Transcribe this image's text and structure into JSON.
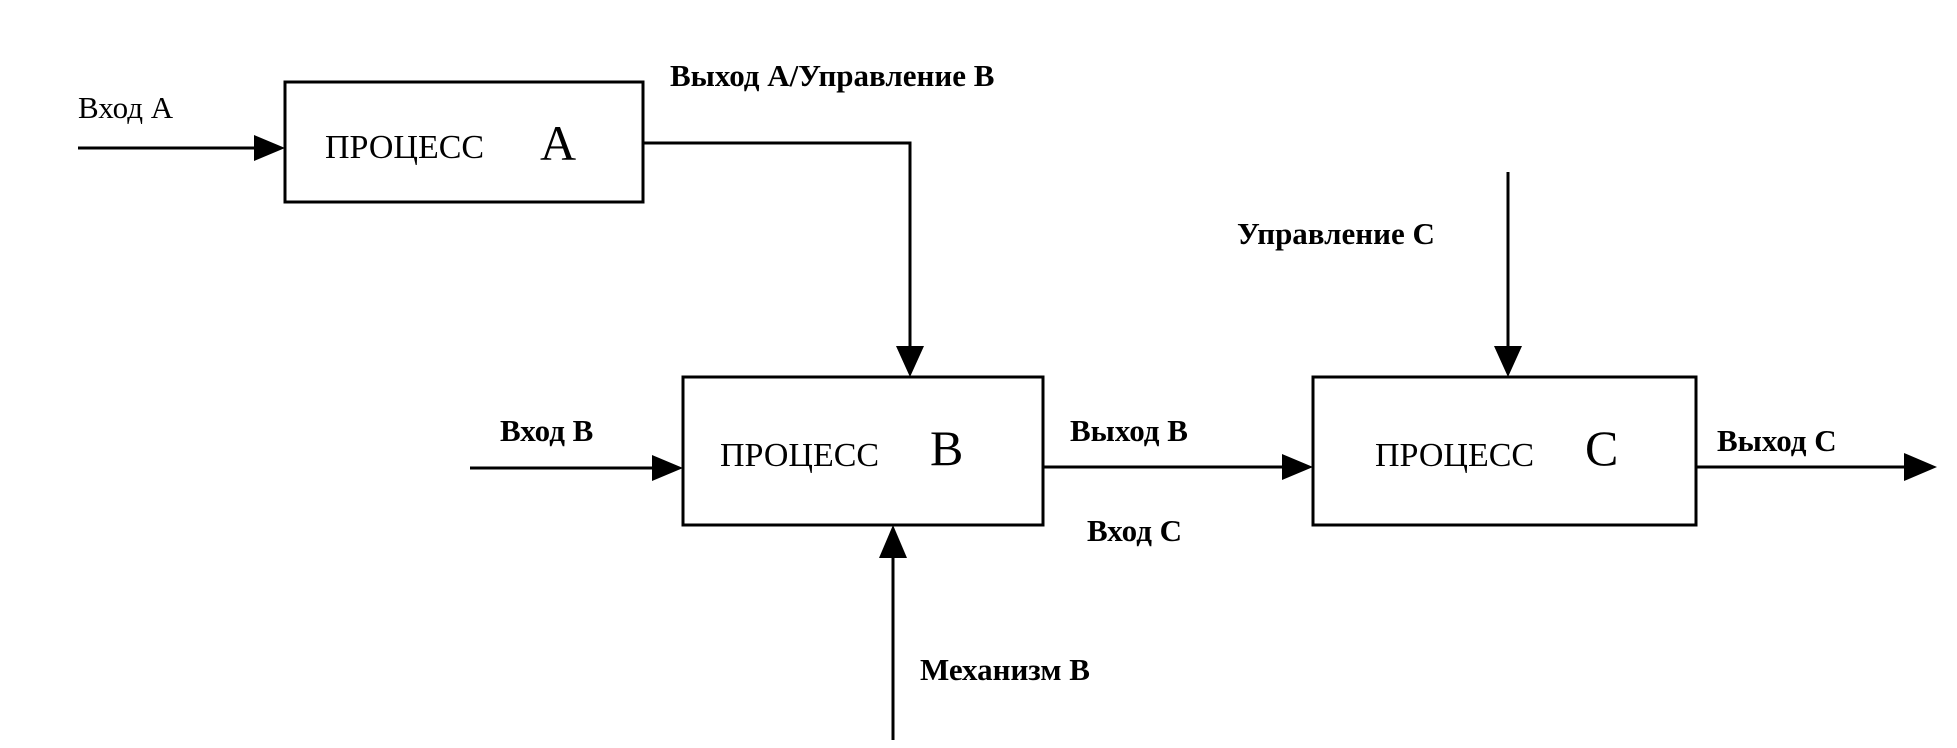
{
  "processes": {
    "a": {
      "word": "ПРОЦЕСС",
      "letter": "A"
    },
    "b": {
      "word": "ПРОЦЕСС",
      "letter": "B"
    },
    "c": {
      "word": "ПРОЦЕСС",
      "letter": "C"
    }
  },
  "labels": {
    "input_a": "Вход A",
    "output_a_control_b": "Выход A/Управление B",
    "input_b": "Вход B",
    "output_b": "Выход B",
    "input_c": "Вход C",
    "mechanism_b": "Механизм B",
    "control_c": "Управление C",
    "output_c": "Выход C"
  }
}
